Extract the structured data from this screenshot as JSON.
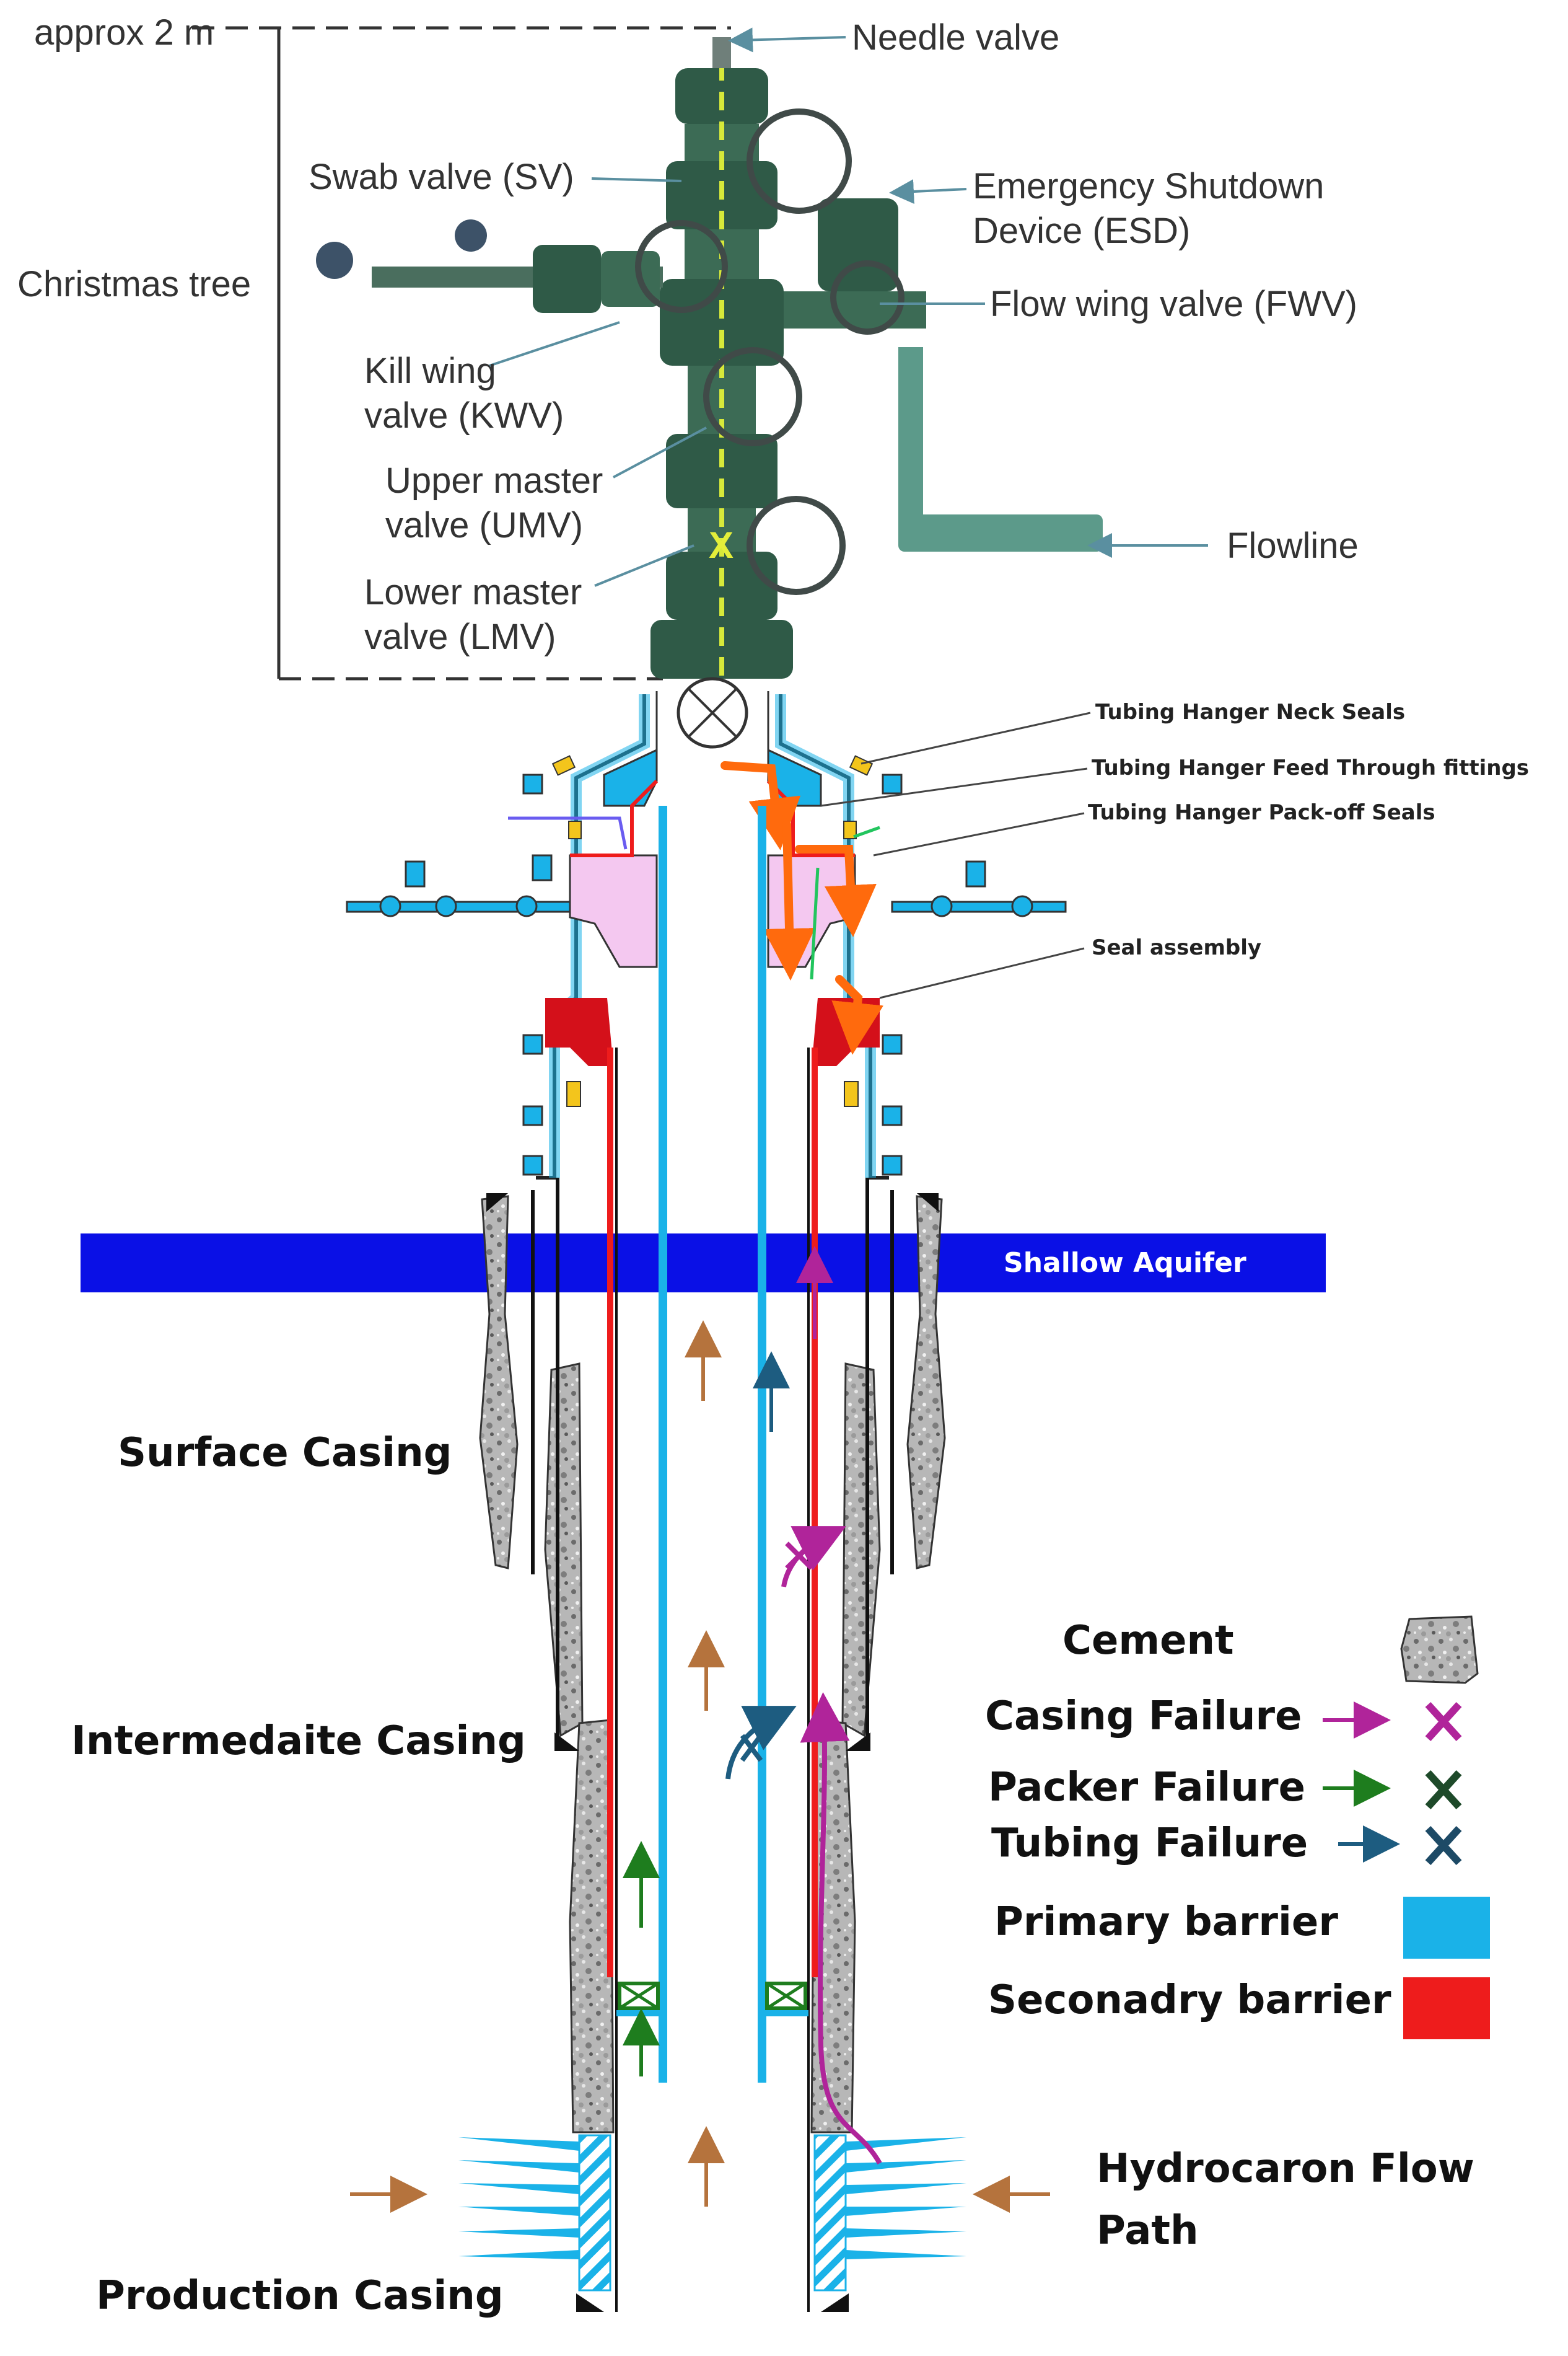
{
  "top": {
    "scale_label": "approx 2 m",
    "christmas_tree": "Christmas tree",
    "needle_valve": "Needle valve",
    "swab_valve": "Swab valve (SV)",
    "esd_line1": "Emergency Shutdown",
    "esd_line2": "Device (ESD)",
    "fwv": "Flow wing valve (FWV)",
    "kwv_line1": "Kill wing",
    "kwv_line2": "valve (KWV)",
    "umv_line1": "Upper master",
    "umv_line2": "valve (UMV)",
    "lmv_line1": "Lower master",
    "lmv_line2": "valve (LMV)",
    "flowline": "Flowline"
  },
  "wellhead": {
    "neck_seals": "Tubing Hanger Neck Seals",
    "feed_through": "Tubing Hanger Feed Through fittings",
    "packoff": "Tubing Hanger Pack-off Seals",
    "seal_assembly": "Seal assembly"
  },
  "well": {
    "aquifer": "Shallow Aquifer",
    "surface_casing": "Surface Casing",
    "intermediate_casing": "Intermedaite Casing",
    "production_casing": "Production Casing",
    "hc_line1": "Hydrocaron Flow",
    "hc_line2": "Path"
  },
  "legend": {
    "cement": "Cement",
    "casing_failure": "Casing Failure",
    "packer_failure": "Packer Failure",
    "tubing_failure": "Tubing Failure",
    "primary": "Primary barrier",
    "secondary": "Seconadry barrier"
  },
  "colors": {
    "primary_barrier": "#1ab2e8",
    "secondary_barrier": "#ee1c1c",
    "aquifer": "#0a10e6",
    "casing_failure": "#b0249a",
    "packer_failure": "#1e7d1e",
    "tubing_failure": "#1d5c80",
    "hydrocarbon_arrow": "#b5733d",
    "leak_path": "#ff6a0d",
    "tree_green": "#2f5a47"
  }
}
